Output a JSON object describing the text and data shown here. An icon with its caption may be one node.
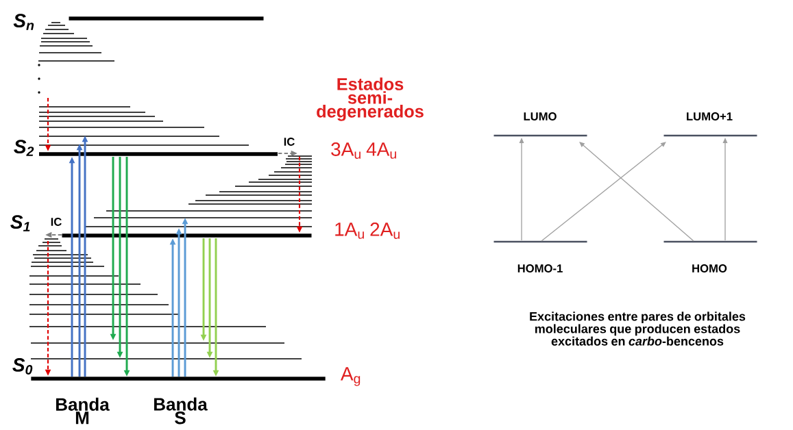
{
  "diagram": {
    "caption": "Excitaciones entre pares de orbitales moleculares que producen estados excitados en *carbo*-bencenos",
    "nodes": [
      {
        "text": [
          "S$_{n}$"
        ]
      },
      {
        "text": [
          "S$_{2}$"
        ],
        "beside": [
          "3A$_{u}$",
          "4A$_{u}$"
        ]
      },
      {
        "text": [
          "S$_{1}$"
        ],
        "beside": [
          "1A$_{u}$",
          "2A$_{u}$"
        ]
      },
      {
        "text": [
          "S$_{0}$"
        ],
        "beside": [
          "A$_{g}$"
        ]
      },
      {
        "text": [
          "LUMO"
        ]
      },
      {
        "text": [
          "LUMO+1"
        ]
      },
      {
        "text": [
          "HOMO-1"
        ]
      },
      {
        "text": [
          "HOMO"
        ]
      }
    ],
    "edges": [
      {
        "from": 3,
        "to": 1,
        "arrow": "to",
        "color": "#4472c4"
      },
      {
        "from": 3,
        "to": 1,
        "arrow": "to",
        "color": "#4472c4"
      },
      {
        "from": 3,
        "to": 1,
        "arrow": "to",
        "color": "#4472c4"
      },
      {
        "from": 1,
        "to": 3,
        "arrow": "to",
        "color": "#1faa4f"
      },
      {
        "from": 1,
        "to": 3,
        "arrow": "to",
        "color": "#1faa4f"
      },
      {
        "from": 1,
        "to": 3,
        "arrow": "to",
        "color": "#1faa4f"
      },
      {
        "from": 3,
        "to": 2,
        "arrow": "to",
        "color": "#5b9bd5"
      },
      {
        "from": 3,
        "to": 2,
        "arrow": "to",
        "color": "#5b9bd5"
      },
      {
        "from": 3,
        "to": 2,
        "arrow": "to",
        "color": "#5b9bd5"
      },
      {
        "from": 2,
        "to": 3,
        "arrow": "to",
        "color": "#92d050"
      },
      {
        "from": 2,
        "to": 3,
        "arrow": "to",
        "color": "#92d050"
      },
      {
        "from": 2,
        "to": 3,
        "arrow": "to",
        "color": "#92d050"
      },
      {
        "from": null,
        "to": 1,
        "arrow": "to",
        "style": "dashed",
        "color": "#e00000"
      },
      {
        "from": 1,
        "to": 2,
        "arrow": "to",
        "style": "dashed",
        "color": "#e00000"
      },
      {
        "from": 2,
        "to": 3,
        "arrow": "to",
        "style": "dashed",
        "color": "#e00000"
      },
      {
        "from": 1,
        "to": null,
        "arrow": "to",
        "style": "dashed",
        "color": "#808080",
        "label": "IC"
      },
      {
        "from": 2,
        "to": null,
        "arrow": "to",
        "style": "dashed",
        "color": "#808080",
        "label": "IC"
      },
      {
        "from": 6,
        "to": 4,
        "arrow": "to",
        "color": "#a0a0a0"
      },
      {
        "from": 6,
        "to": 5,
        "arrow": "to",
        "color": "#a0a0a0"
      },
      {
        "from": 7,
        "to": 4,
        "arrow": "to",
        "color": "#a0a0a0"
      },
      {
        "from": 7,
        "to": 5,
        "arrow": "to",
        "color": "#a0a0a0"
      }
    ],
    "labels": [
      "Estados semi-degenerados",
      "Banda M",
      "Banda S"
    ]
  }
}
